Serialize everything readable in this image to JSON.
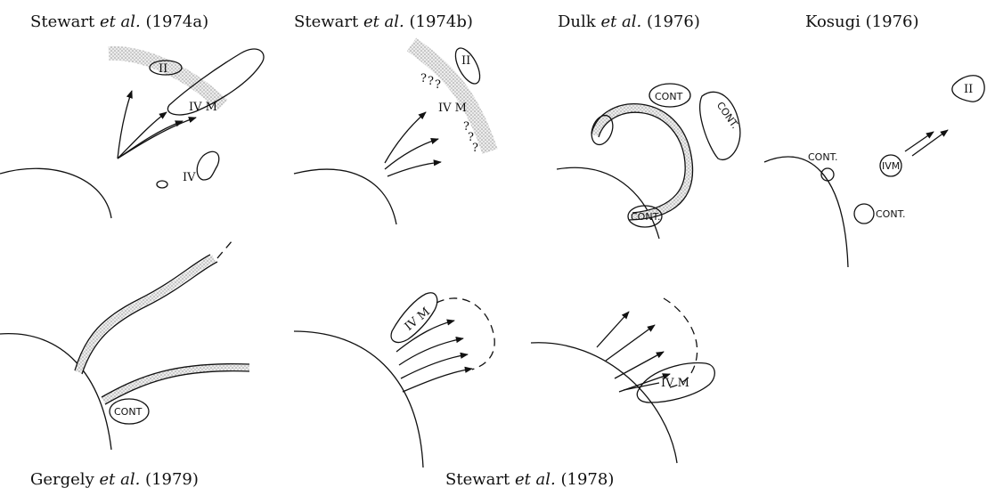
{
  "captions": {
    "p1": {
      "author": "Stewart",
      "etal": "et al.",
      "year": "(1974a)"
    },
    "p2": {
      "author": "Stewart",
      "etal": "et al.",
      "year": "(1974b)"
    },
    "p3": {
      "author": "Dulk",
      "etal": "et al.",
      "year": "(1976)"
    },
    "p4": {
      "author": "Kosugi",
      "etal": "",
      "year": "(1976)"
    },
    "p5": {
      "author": "Gergely",
      "etal": "et al.",
      "year": "(1979)"
    },
    "p6": {
      "author": "Stewart",
      "etal": "et al.",
      "year": "(1978)"
    }
  },
  "labels": {
    "type_ii": "II",
    "type_iv_m": "IV M",
    "type_iv": "IV",
    "ivm_circle": "IVM",
    "cont": "CONT",
    "cont_dot": "CONT.",
    "question": "?"
  },
  "colors": {
    "ink": "#111111",
    "stipple": "#bdbdbd"
  }
}
